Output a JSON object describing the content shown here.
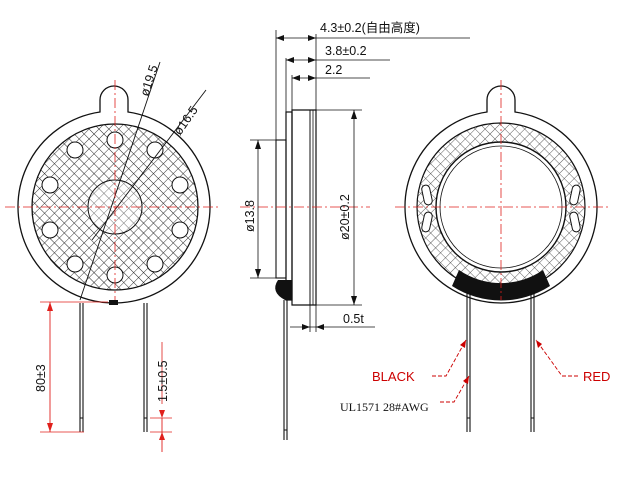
{
  "dimensions": {
    "total_height": "4.3±0.2(自由高度)",
    "height_38": "3.8±0.2",
    "height_22": "2.2",
    "dia_195": "ø19.5",
    "dia_165": "ø16.5",
    "dia_138": "ø13.8",
    "dia_20": "ø20±0.2",
    "wire_length": "80±3",
    "strip_length": "1.5±0.5",
    "thickness": "0.5t"
  },
  "labels": {
    "black_wire": "BLACK",
    "red_wire": "RED",
    "cable_spec": "UL1571 28#AWG"
  },
  "colors": {
    "outline": "#111111",
    "centerline": "#e0201c",
    "hatch": "#333333",
    "wire_callout": "#c00000"
  }
}
